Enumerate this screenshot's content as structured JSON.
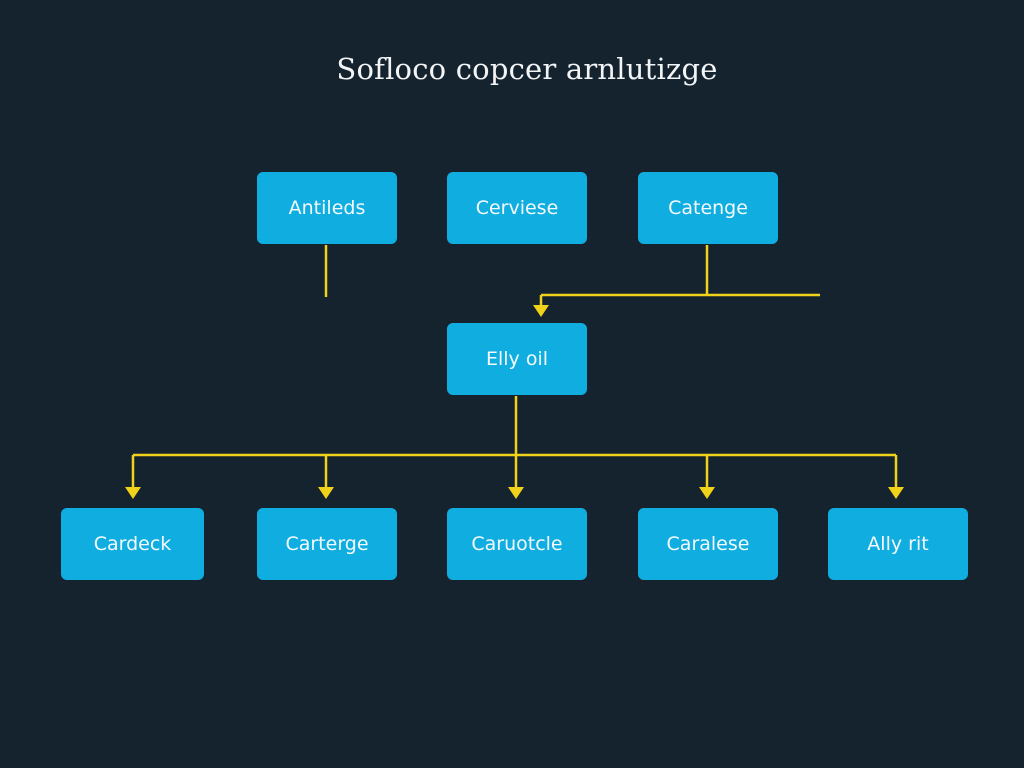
{
  "title": "Sofloco copcer arnlutizge",
  "colors": {
    "background": "#15232f",
    "node_fill": "#10aee0",
    "node_text": "#f4f9fc",
    "connector": "#f0d21a",
    "title_text": "#f2f4f5"
  },
  "nodes": {
    "top": [
      "Antileds",
      "Cerviese",
      "Catenge"
    ],
    "middle": "Elly oil",
    "bottom": [
      "Cardeck",
      "Carterge",
      "Caruotcle",
      "Caralese",
      "Ally rit"
    ]
  }
}
